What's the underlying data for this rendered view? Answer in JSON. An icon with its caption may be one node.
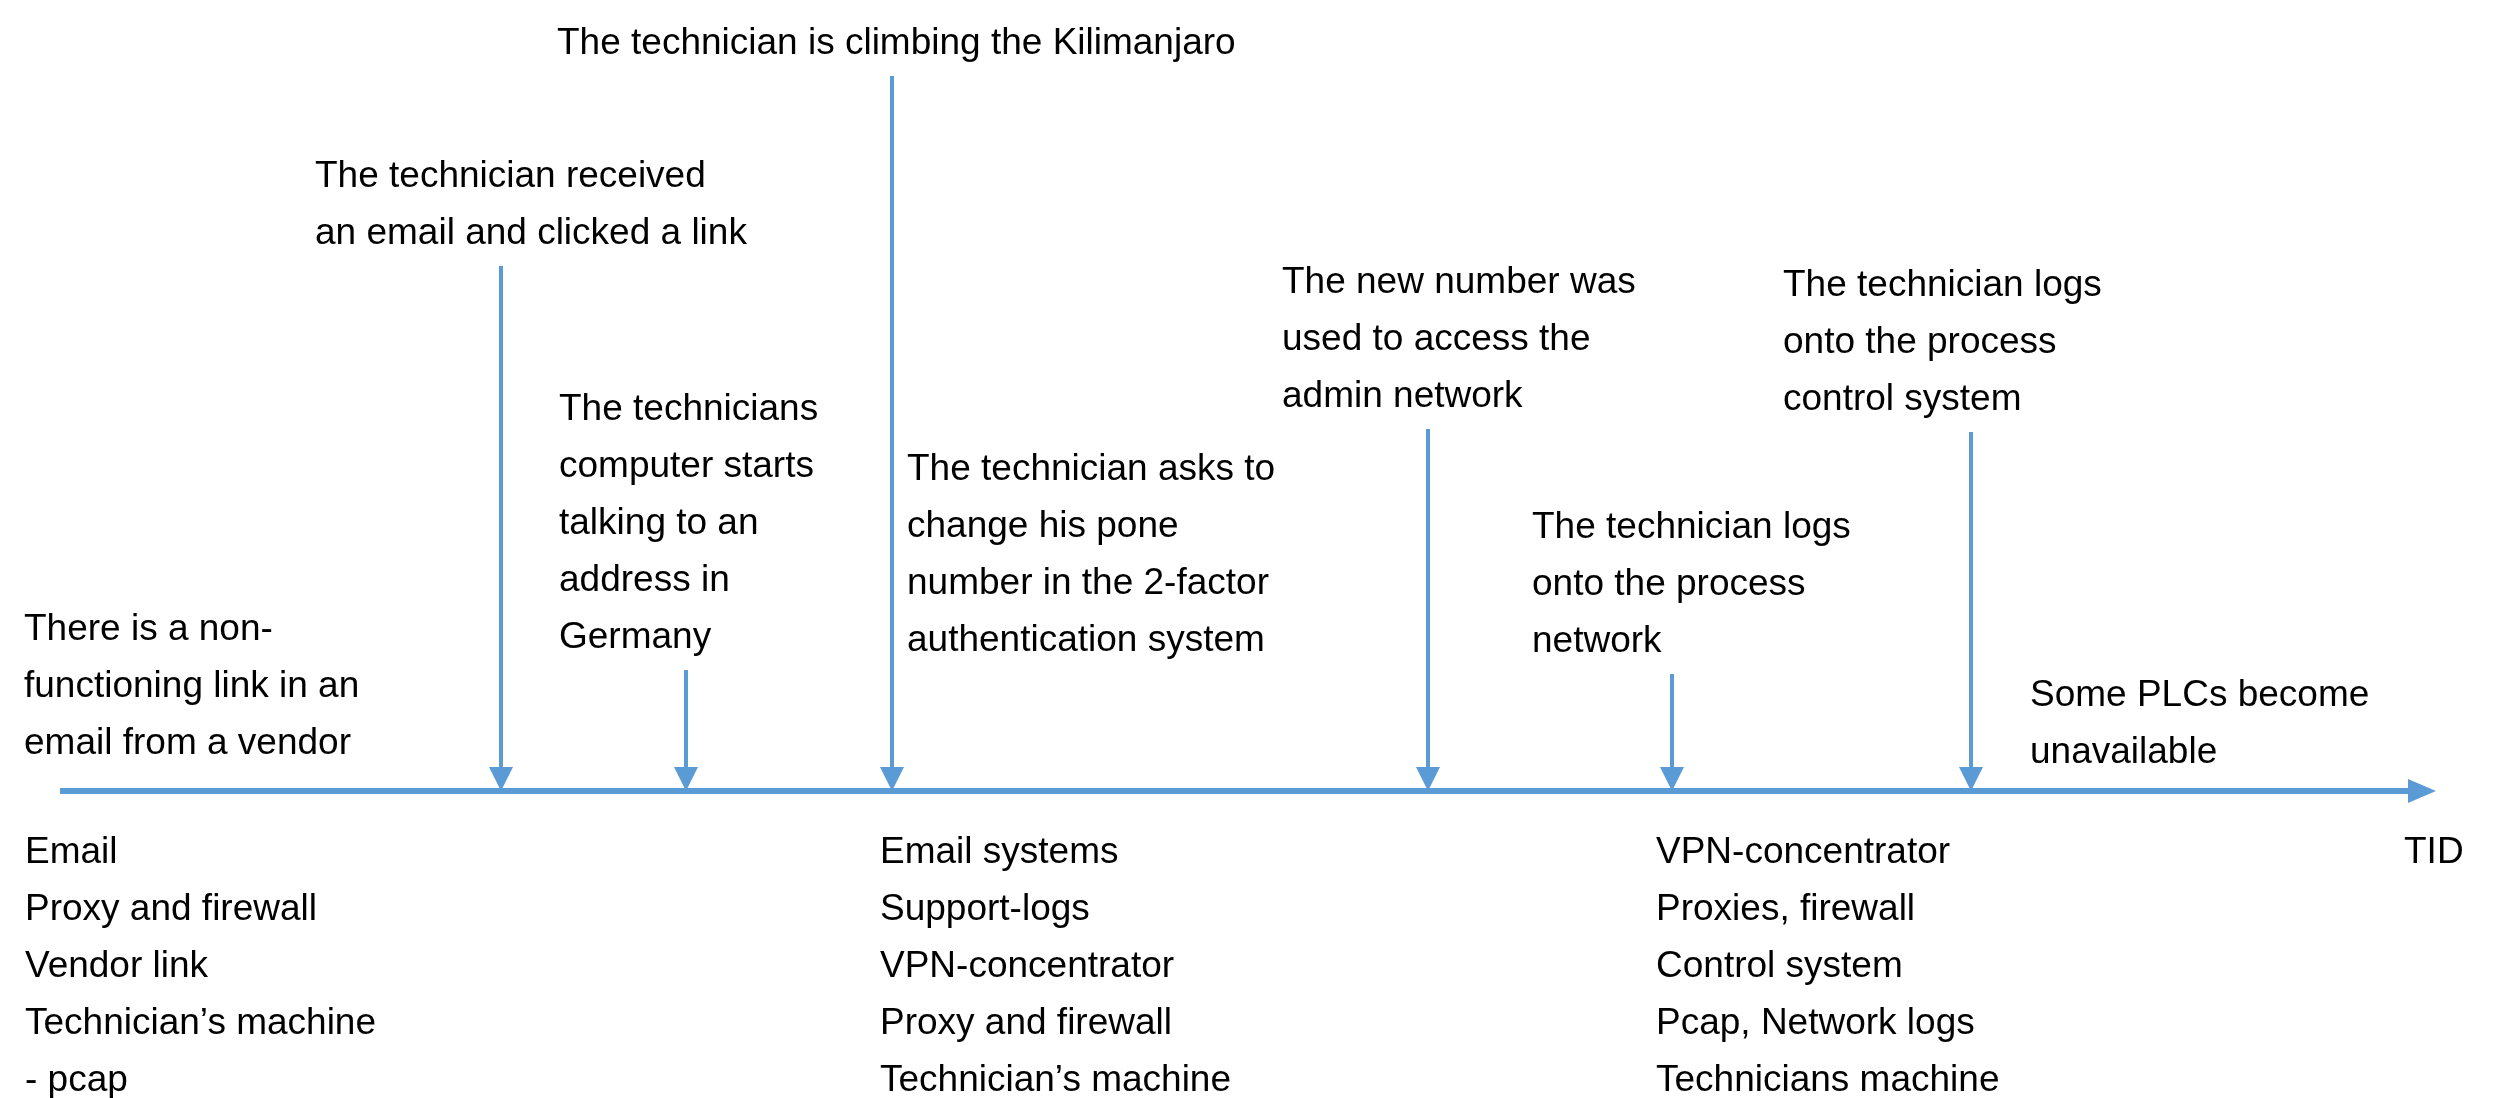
{
  "diagram": {
    "nodes": [
      {
        "text": [
          "The technician received an email and clicked a link"
        ]
      },
      {
        "text": [
          "The technicians computer starts talking to an address in Germany"
        ]
      },
      {
        "text": [
          "The technician is climbing the Kilimanjaro"
        ]
      },
      {
        "text": [
          "The new number was used to access the admin network"
        ]
      },
      {
        "text": [
          "The technician logs onto the process network"
        ]
      },
      {
        "text": [
          "The technician logs onto the process control system"
        ]
      }
    ],
    "edges": [
      {
        "from": 0,
        "to": null,
        "arrow": "to"
      },
      {
        "from": 1,
        "to": null,
        "arrow": "to"
      },
      {
        "from": 2,
        "to": null,
        "arrow": "to"
      },
      {
        "from": 3,
        "to": null,
        "arrow": "to"
      },
      {
        "from": 4,
        "to": null,
        "arrow": "to"
      },
      {
        "from": 5,
        "to": null,
        "arrow": "to"
      }
    ],
    "labels": [
      "There is a non-functioning link in an email from a vendor",
      "The technician asks to change his pone number in the 2-factor authentication system",
      "Some PLCs become unavailable",
      "Email",
      "Proxy and firewall",
      "Vendor link",
      "Technician’s machine",
      "- pcap",
      "Email systems",
      "Support-logs",
      "VPN-concentrator",
      "Proxy and firewall",
      "Technician’s machine",
      "VPN-concentrator",
      "Proxies, firewall",
      "Control system",
      "Pcap, Network logs",
      "Technicians machine",
      "TID"
    ]
  }
}
